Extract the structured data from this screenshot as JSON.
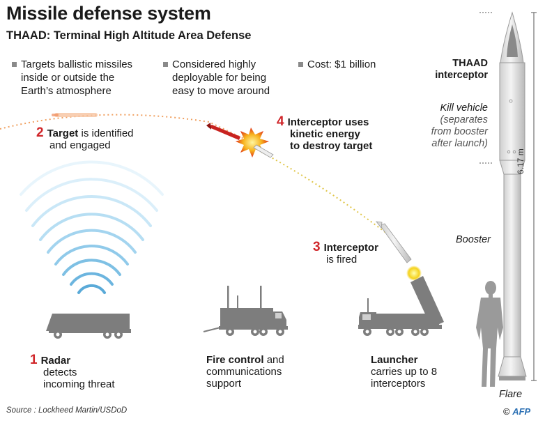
{
  "header": {
    "title": "Missile defense system",
    "subtitle": "THAAD: Terminal High Altitude Area Defense"
  },
  "bullets": [
    {
      "text": "Targets ballistic missiles inside or outside the Earth’s atmosphere"
    },
    {
      "text": "Considered highly deployable for being easy to move around"
    },
    {
      "text": "Cost: $1 billion"
    }
  ],
  "steps": {
    "s1": {
      "num": "1",
      "bold": "Radar",
      "rest": "detects incoming threat"
    },
    "s2": {
      "num": "2",
      "bold": "Target",
      "rest_inline": "is identified",
      "rest": "and engaged"
    },
    "s3": {
      "num": "3",
      "bold": "Interceptor",
      "rest": "is fired"
    },
    "s4": {
      "num": "4",
      "line1": "Interceptor uses",
      "line2": "kinetic energy",
      "line3": "to destroy target"
    },
    "fire_control": {
      "bold": "Fire control",
      "rest_inline": "and",
      "rest": "communications support"
    },
    "launcher": {
      "bold": "Launcher",
      "rest": "carries up to 8 interceptors"
    }
  },
  "interceptor_panel": {
    "title_line1": "THAAD",
    "title_line2": "interceptor",
    "kill_vehicle": "Kill vehicle",
    "kill_note_1": "(separates",
    "kill_note_2": "from booster",
    "kill_note_3": "after launch)",
    "booster": "Booster",
    "flare": "Flare",
    "height": "6.17 m"
  },
  "footer": {
    "source": "Source : Lockheed Martin/USDoD",
    "credit_symbol": "©",
    "credit_agency": "AFP"
  },
  "colors": {
    "accent_red": "#d0262a",
    "vehicle_gray": "#7d7d7d",
    "radar_blue": "#5aaad8",
    "trajectory_orange": "#f0a060",
    "interceptor_path_yellow": "#e8d15a"
  }
}
